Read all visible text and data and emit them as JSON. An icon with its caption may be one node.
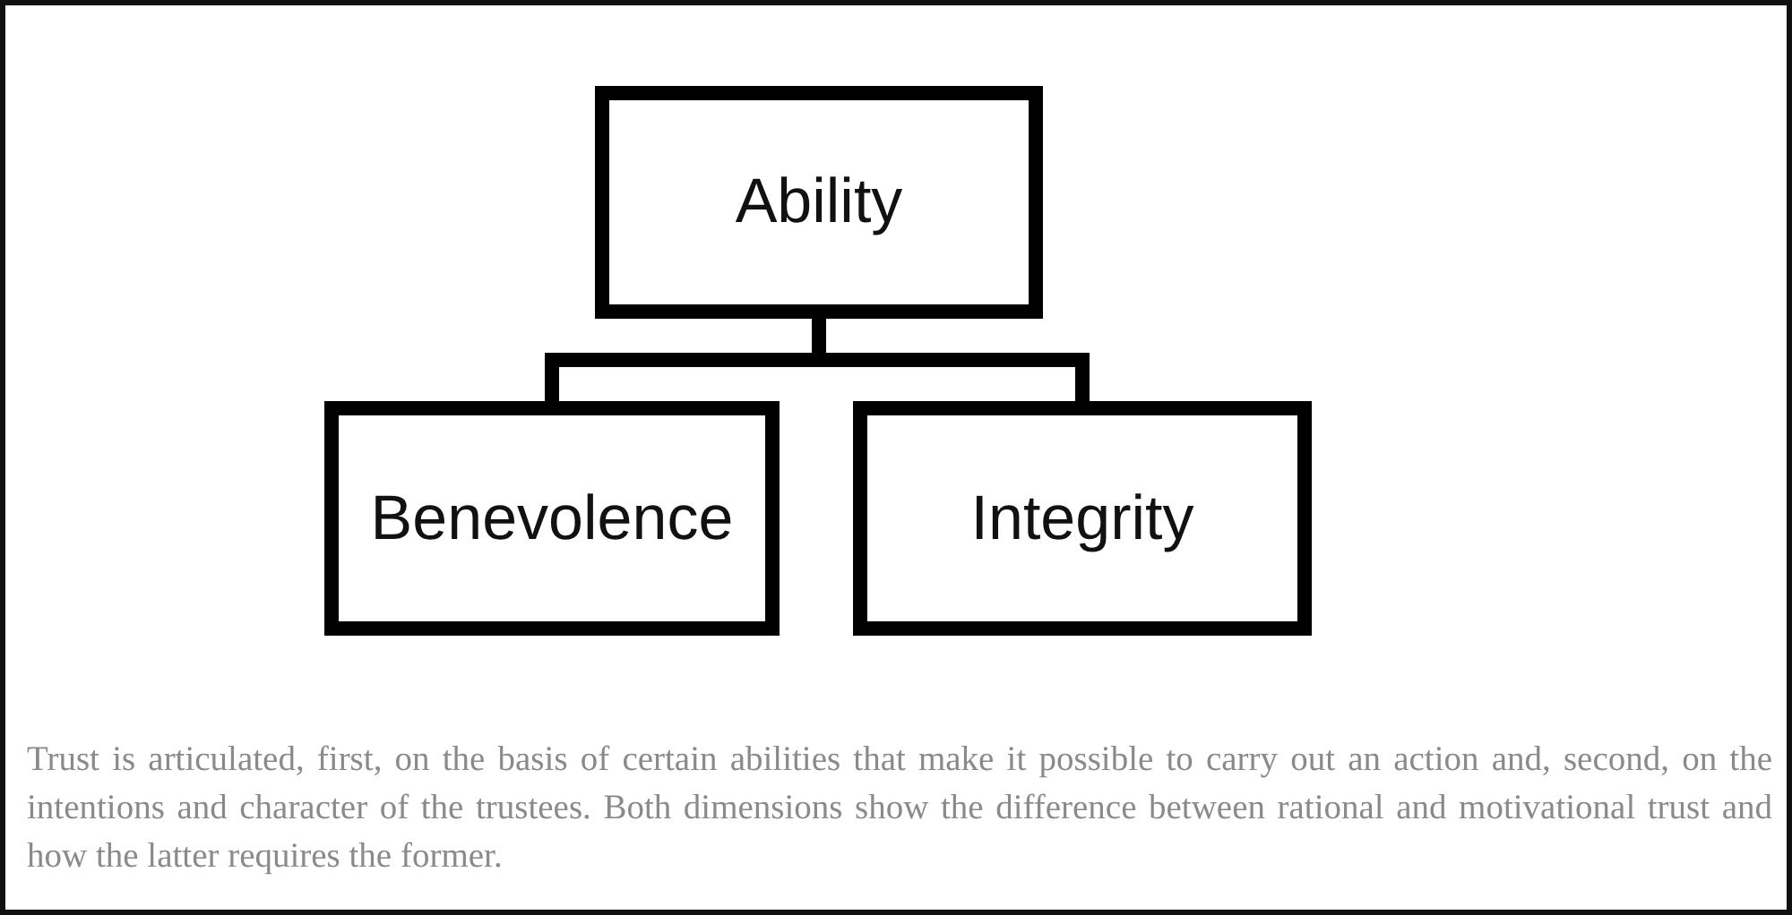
{
  "diagram": {
    "nodes": [
      {
        "text": [
          "Ability"
        ]
      },
      {
        "text": [
          "Benevolence"
        ]
      },
      {
        "text": [
          "Integrity"
        ]
      }
    ],
    "edges": [
      {
        "from": 0,
        "to": 1,
        "arrow": "none"
      },
      {
        "from": 0,
        "to": 2,
        "arrow": "none"
      }
    ],
    "caption": "Trust is articulated, first, on the basis of certain abilities that make it possible to carry out an action and, second, on the intentions and character of the trustees. Both dimensions show the difference between rational and motivational trust and how the latter requires the former."
  }
}
